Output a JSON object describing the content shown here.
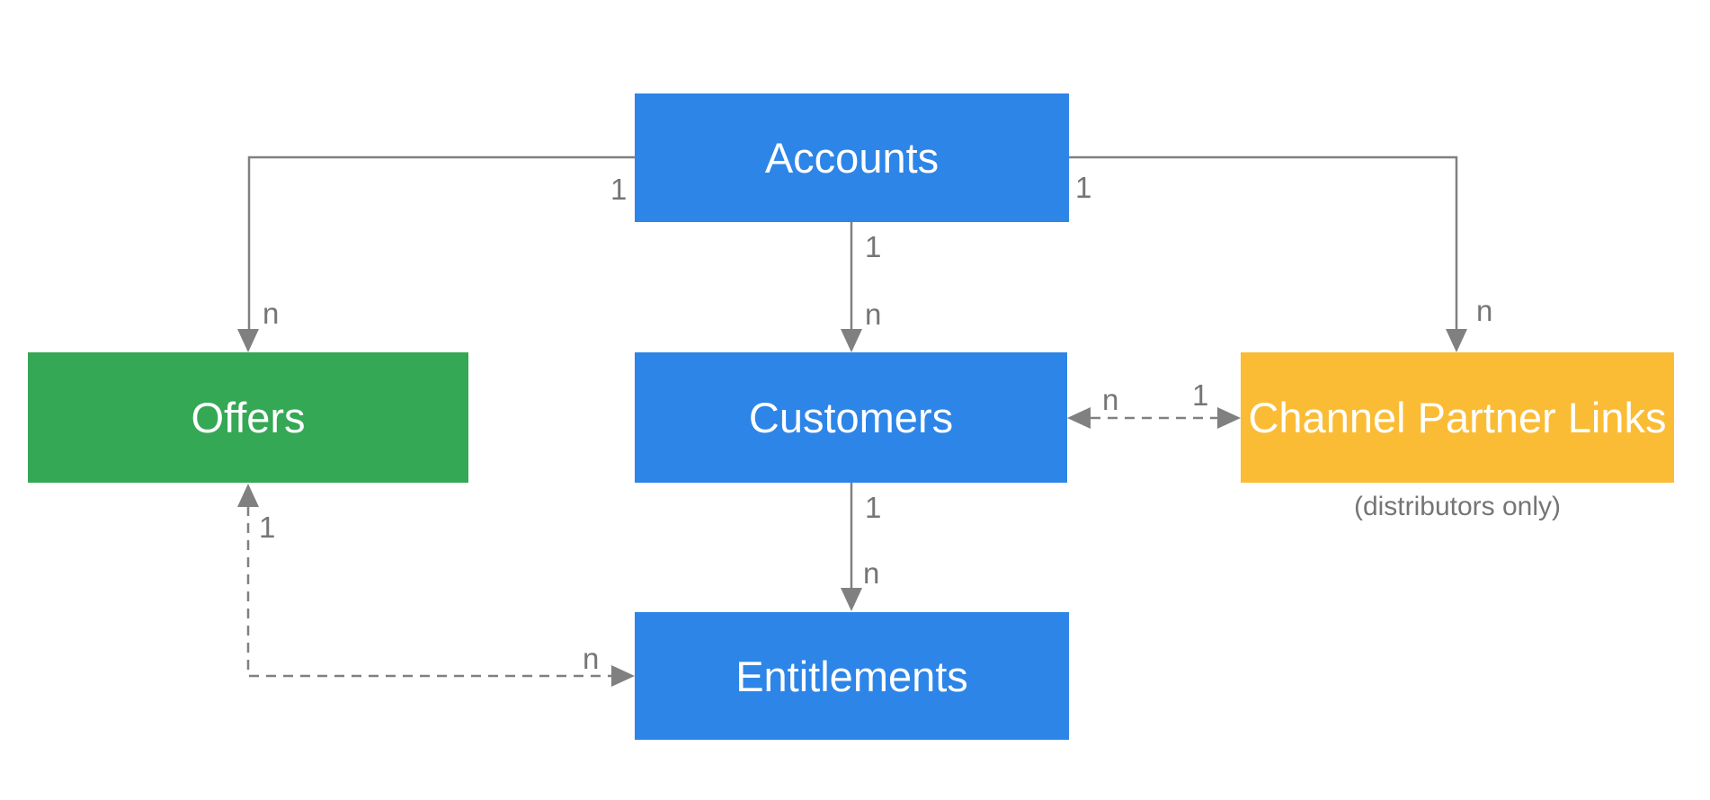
{
  "diagram": {
    "entities": [
      {
        "id": "accounts",
        "label": "Accounts",
        "color": "#2D85E8"
      },
      {
        "id": "offers",
        "label": "Offers",
        "color": "#35A855"
      },
      {
        "id": "customers",
        "label": "Customers",
        "color": "#2D85E8"
      },
      {
        "id": "channel_partner_links",
        "label": "Channel Partner Links",
        "color": "#FBBC35",
        "note": "(distributors only)"
      },
      {
        "id": "entitlements",
        "label": "Entitlements",
        "color": "#2D85E8"
      }
    ],
    "relationships": [
      {
        "from": "Accounts",
        "to": "Offers",
        "from_cardinality": "1",
        "to_cardinality": "n",
        "line": "solid",
        "bidirectional": false
      },
      {
        "from": "Accounts",
        "to": "Customers",
        "from_cardinality": "1",
        "to_cardinality": "n",
        "line": "solid",
        "bidirectional": false
      },
      {
        "from": "Accounts",
        "to": "Channel Partner Links",
        "from_cardinality": "1",
        "to_cardinality": "n",
        "line": "solid",
        "bidirectional": false
      },
      {
        "from": "Customers",
        "to": "Entitlements",
        "from_cardinality": "1",
        "to_cardinality": "n",
        "line": "solid",
        "bidirectional": false
      },
      {
        "from": "Customers",
        "to": "Channel Partner Links",
        "from_cardinality": "n",
        "to_cardinality": "1",
        "line": "dashed",
        "bidirectional": true
      },
      {
        "from": "Offers",
        "to": "Entitlements",
        "from_cardinality": "1",
        "to_cardinality": "n",
        "line": "dashed",
        "bidirectional": true
      }
    ],
    "colors": {
      "entity_text": "#FFFFFF",
      "connector": "#808080",
      "cardinality_text": "#757575",
      "note_text": "#757575",
      "background": "#FFFFFF"
    }
  }
}
